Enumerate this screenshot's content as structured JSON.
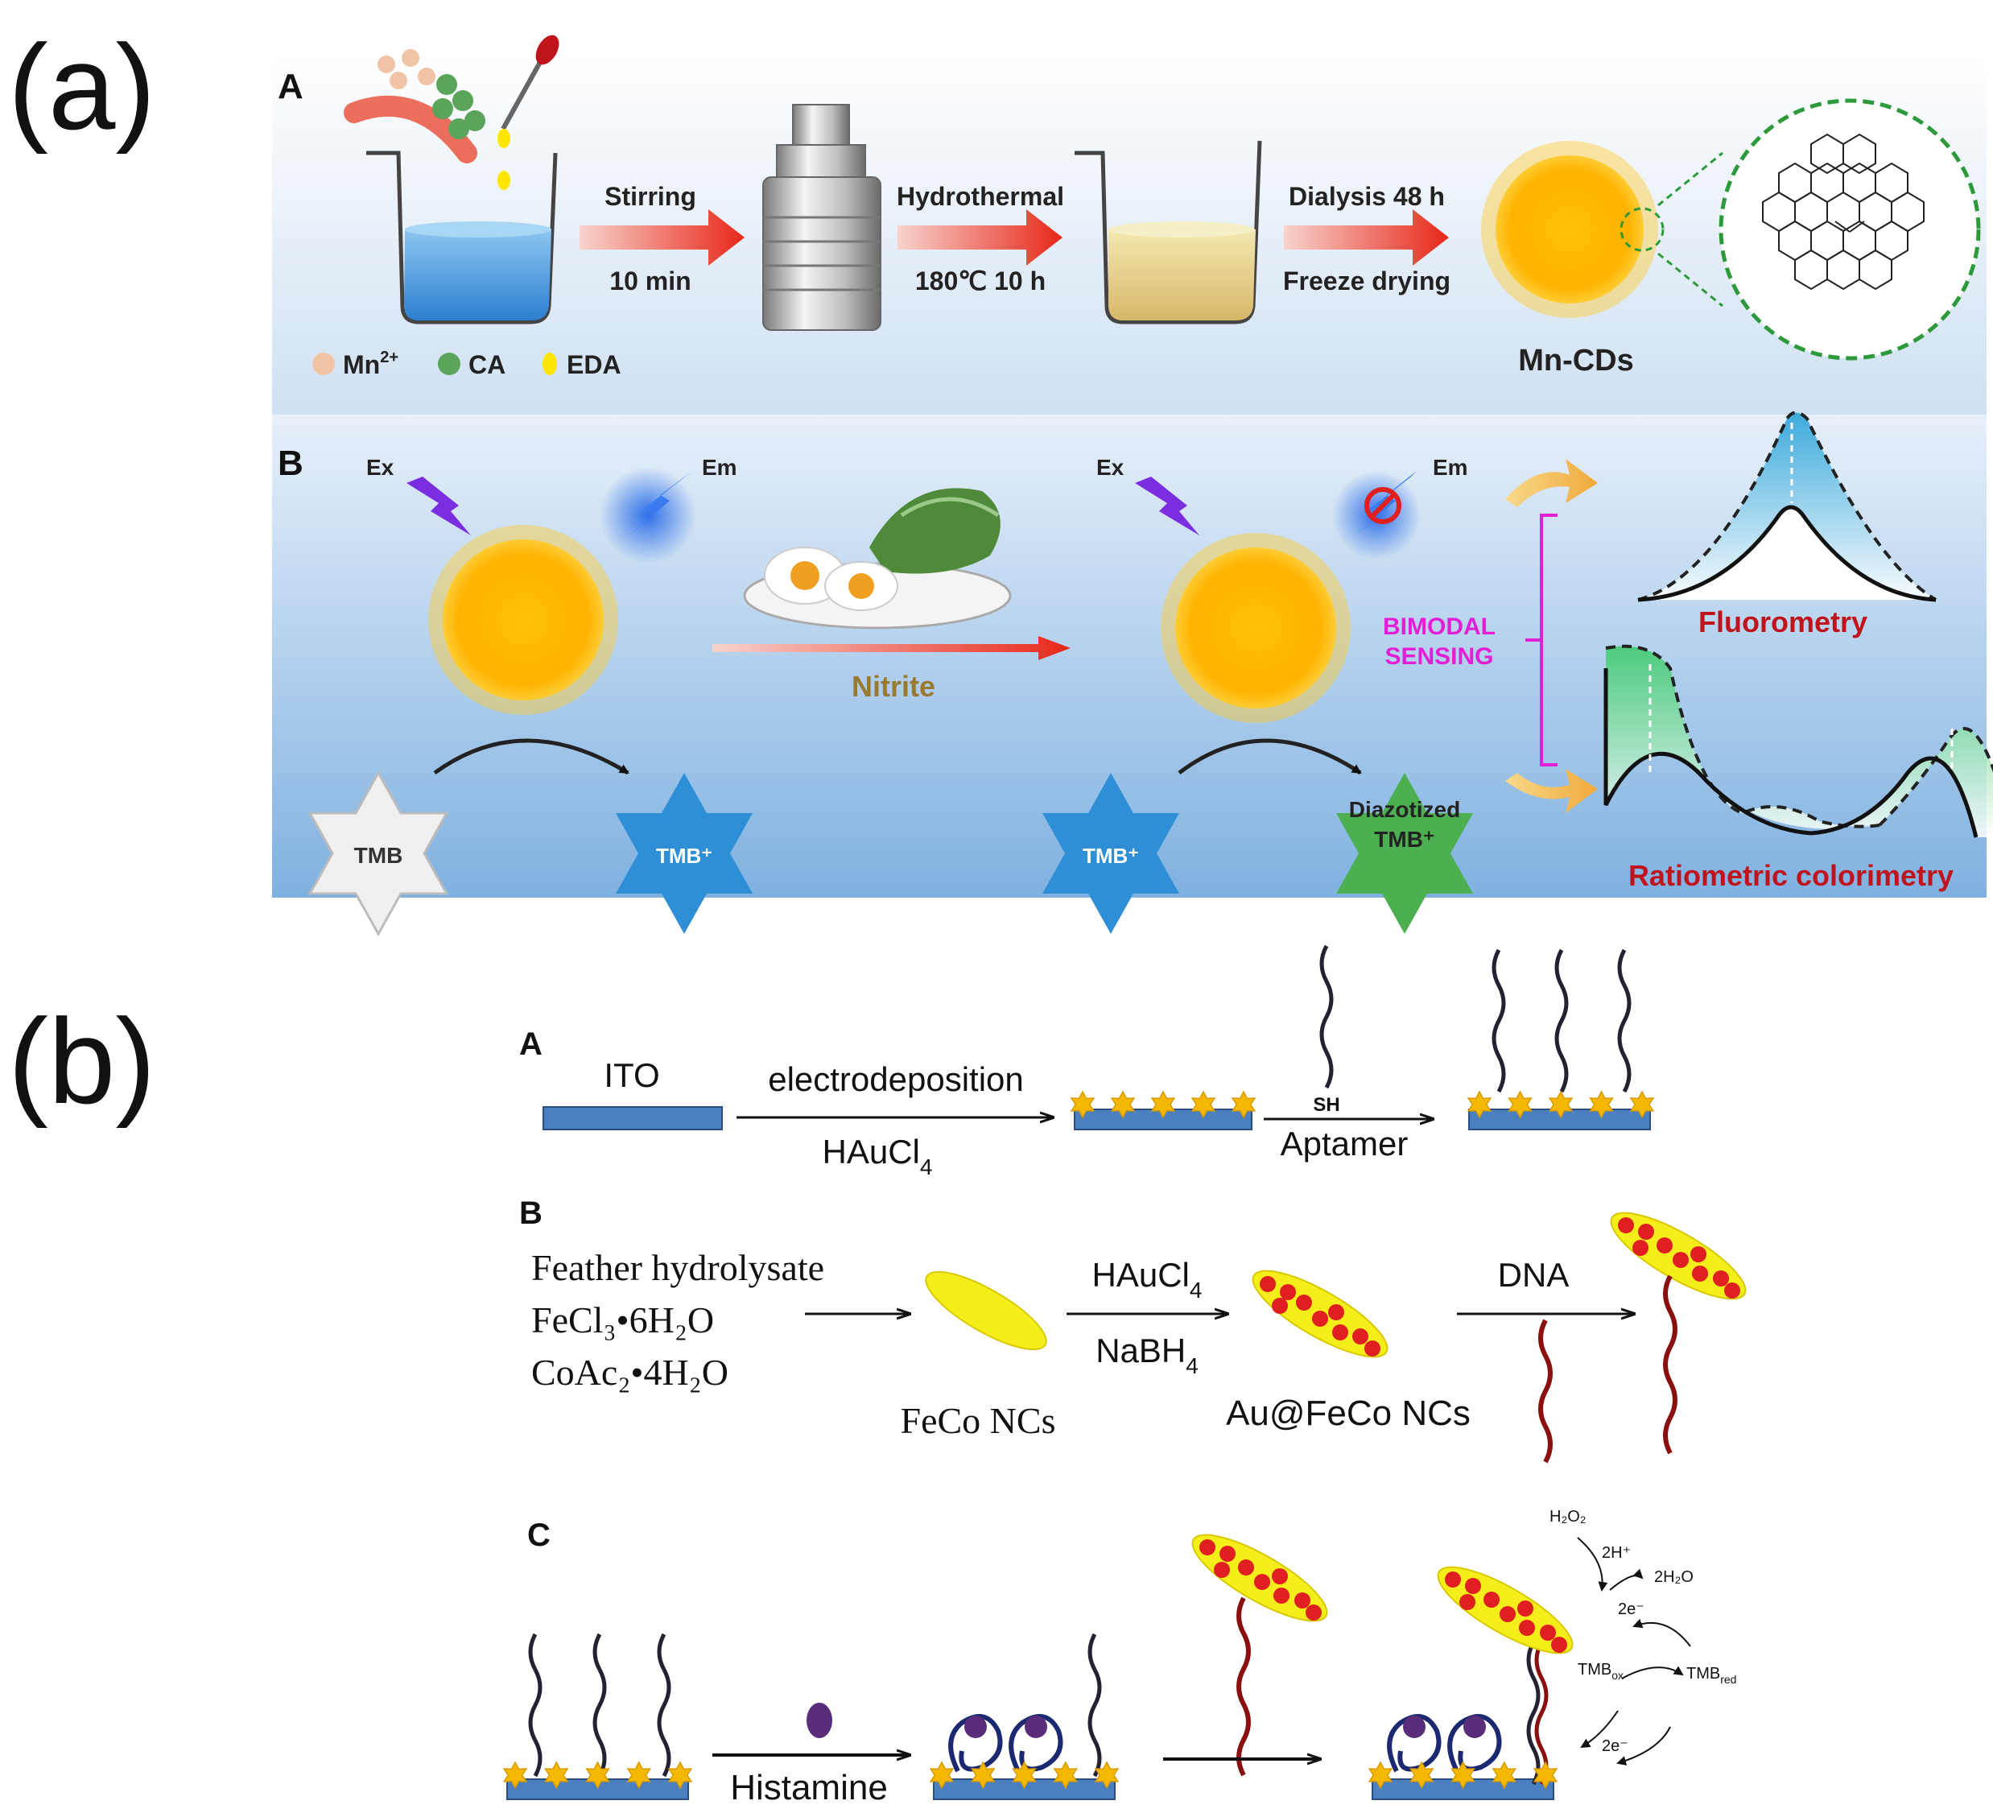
{
  "panel_labels": {
    "a": "(a)",
    "b": "(b)"
  },
  "panel_a": {
    "section_A": {
      "letter": "A",
      "legend": [
        {
          "label": "Mn",
          "sup": "2+",
          "color": "#f2c4a6"
        },
        {
          "label": "CA",
          "sup": "",
          "color": "#5aa55a"
        },
        {
          "label": "EDA",
          "sup": "",
          "color": "#ffe600"
        }
      ],
      "steps": [
        {
          "top": "Stirring",
          "bottom": "10 min"
        },
        {
          "top": "Hydrothermal",
          "bottom": "180℃ 10 h"
        },
        {
          "top": "Dialysis 48 h",
          "bottom": "Freeze drying"
        }
      ],
      "product_label": "Mn-CDs"
    },
    "section_B": {
      "letter": "B",
      "ex_label": "Ex",
      "em_label": "Em",
      "nitrite_label": "Nitrite",
      "bimodal_label_line1": "BIMODAL",
      "bimodal_label_line2": "SENSING",
      "tmb_label": "TMB",
      "tmb_plus_label": "TMB⁺",
      "diazotized_line1": "Diazotized",
      "diazotized_line2": "TMB⁺",
      "fluorometry_label": "Fluorometry",
      "colorimetry_label": "Ratiometric colorimetry",
      "colors": {
        "accent_red": "#c0141c",
        "magenta": "#e21ed6",
        "nitrite": "#9a7a30"
      }
    }
  },
  "panel_b": {
    "section_A": {
      "letter": "A",
      "ito_label": "ITO",
      "step1_top": "electrodeposition",
      "step1_bottom": "HAuCl",
      "step1_bottom_sub": "4",
      "sh_label": "SH",
      "step2_bottom": "Aptamer"
    },
    "section_B": {
      "letter": "B",
      "reagent_line1": "Feather hydrolysate",
      "reagent_line2": "FeCl₃•6H₂O",
      "reagent_line3": "CoAc₂•4H₂O",
      "feco_label": "FeCo NCs",
      "step_top": "HAuCl",
      "step_top_sub": "4",
      "step_bottom": "NaBH",
      "step_bottom_sub": "4",
      "aufeco_label": "Au@FeCo NCs",
      "dna_label": "DNA"
    },
    "section_C": {
      "letter": "C",
      "histamine_label": "Histamine",
      "h2o2_label": "H₂O₂",
      "h_plus_label": "2H⁺",
      "water_label": "2H₂O",
      "electron_label": "2e⁻",
      "tmb_ox_label": "TMB",
      "tmb_ox_sub": "ox",
      "tmb_red_label": "TMB",
      "tmb_red_sub": "red"
    }
  }
}
